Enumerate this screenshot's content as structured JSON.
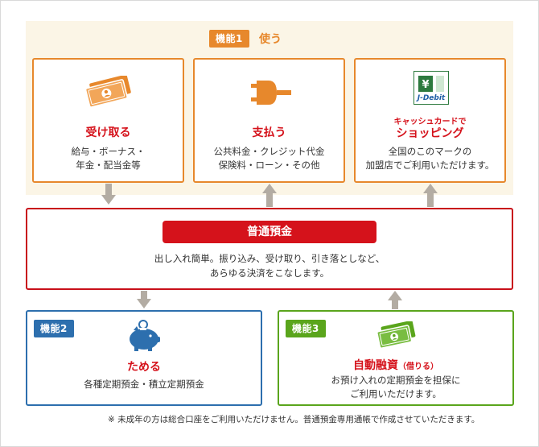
{
  "usage": {
    "tag": "機能1",
    "title": "使う",
    "cards": [
      {
        "title": "受け取る",
        "subtitle": "",
        "lines": [
          "給与・ボーナス・",
          "年金・配当金等"
        ],
        "icon": "cash-icon"
      },
      {
        "title": "支払う",
        "subtitle": "",
        "lines": [
          "公共料金・クレジット代金",
          "保険料・ローン・その他"
        ],
        "icon": "plug-icon"
      },
      {
        "title": "ショッピング",
        "subtitle": "キャッシュカードで",
        "lines": [
          "全国のこのマークの",
          "加盟店でご利用いただけます。"
        ],
        "icon": "j-debit-logo",
        "logo_text": "J-Debit"
      }
    ]
  },
  "main": {
    "title": "普通預金",
    "lines": [
      "出し入れ簡単。振り込み、受け取り、引き落としなど、",
      "あらゆる決済をこなします。"
    ]
  },
  "savings": {
    "tag": "機能2",
    "title": "ためる",
    "lines": [
      "各種定期預金・積立定期預金"
    ],
    "icon": "piggy-bank-icon"
  },
  "loan": {
    "tag": "機能3",
    "title": "自動融資",
    "title_note": "（借りる）",
    "lines": [
      "お預け入れの定期預金を担保に",
      "ご利用いただけます。"
    ],
    "icon": "cash-icon"
  },
  "note": "※ 未成年の方は総合口座をご利用いただけません。普通預金専用通帳で作成させていただきます。",
  "colors": {
    "orange": "#e7882c",
    "red": "#d5121b",
    "blue": "#2d6fae",
    "green": "#5aa51c",
    "arrow": "#b3aca3",
    "band": "#fbf5e6"
  }
}
